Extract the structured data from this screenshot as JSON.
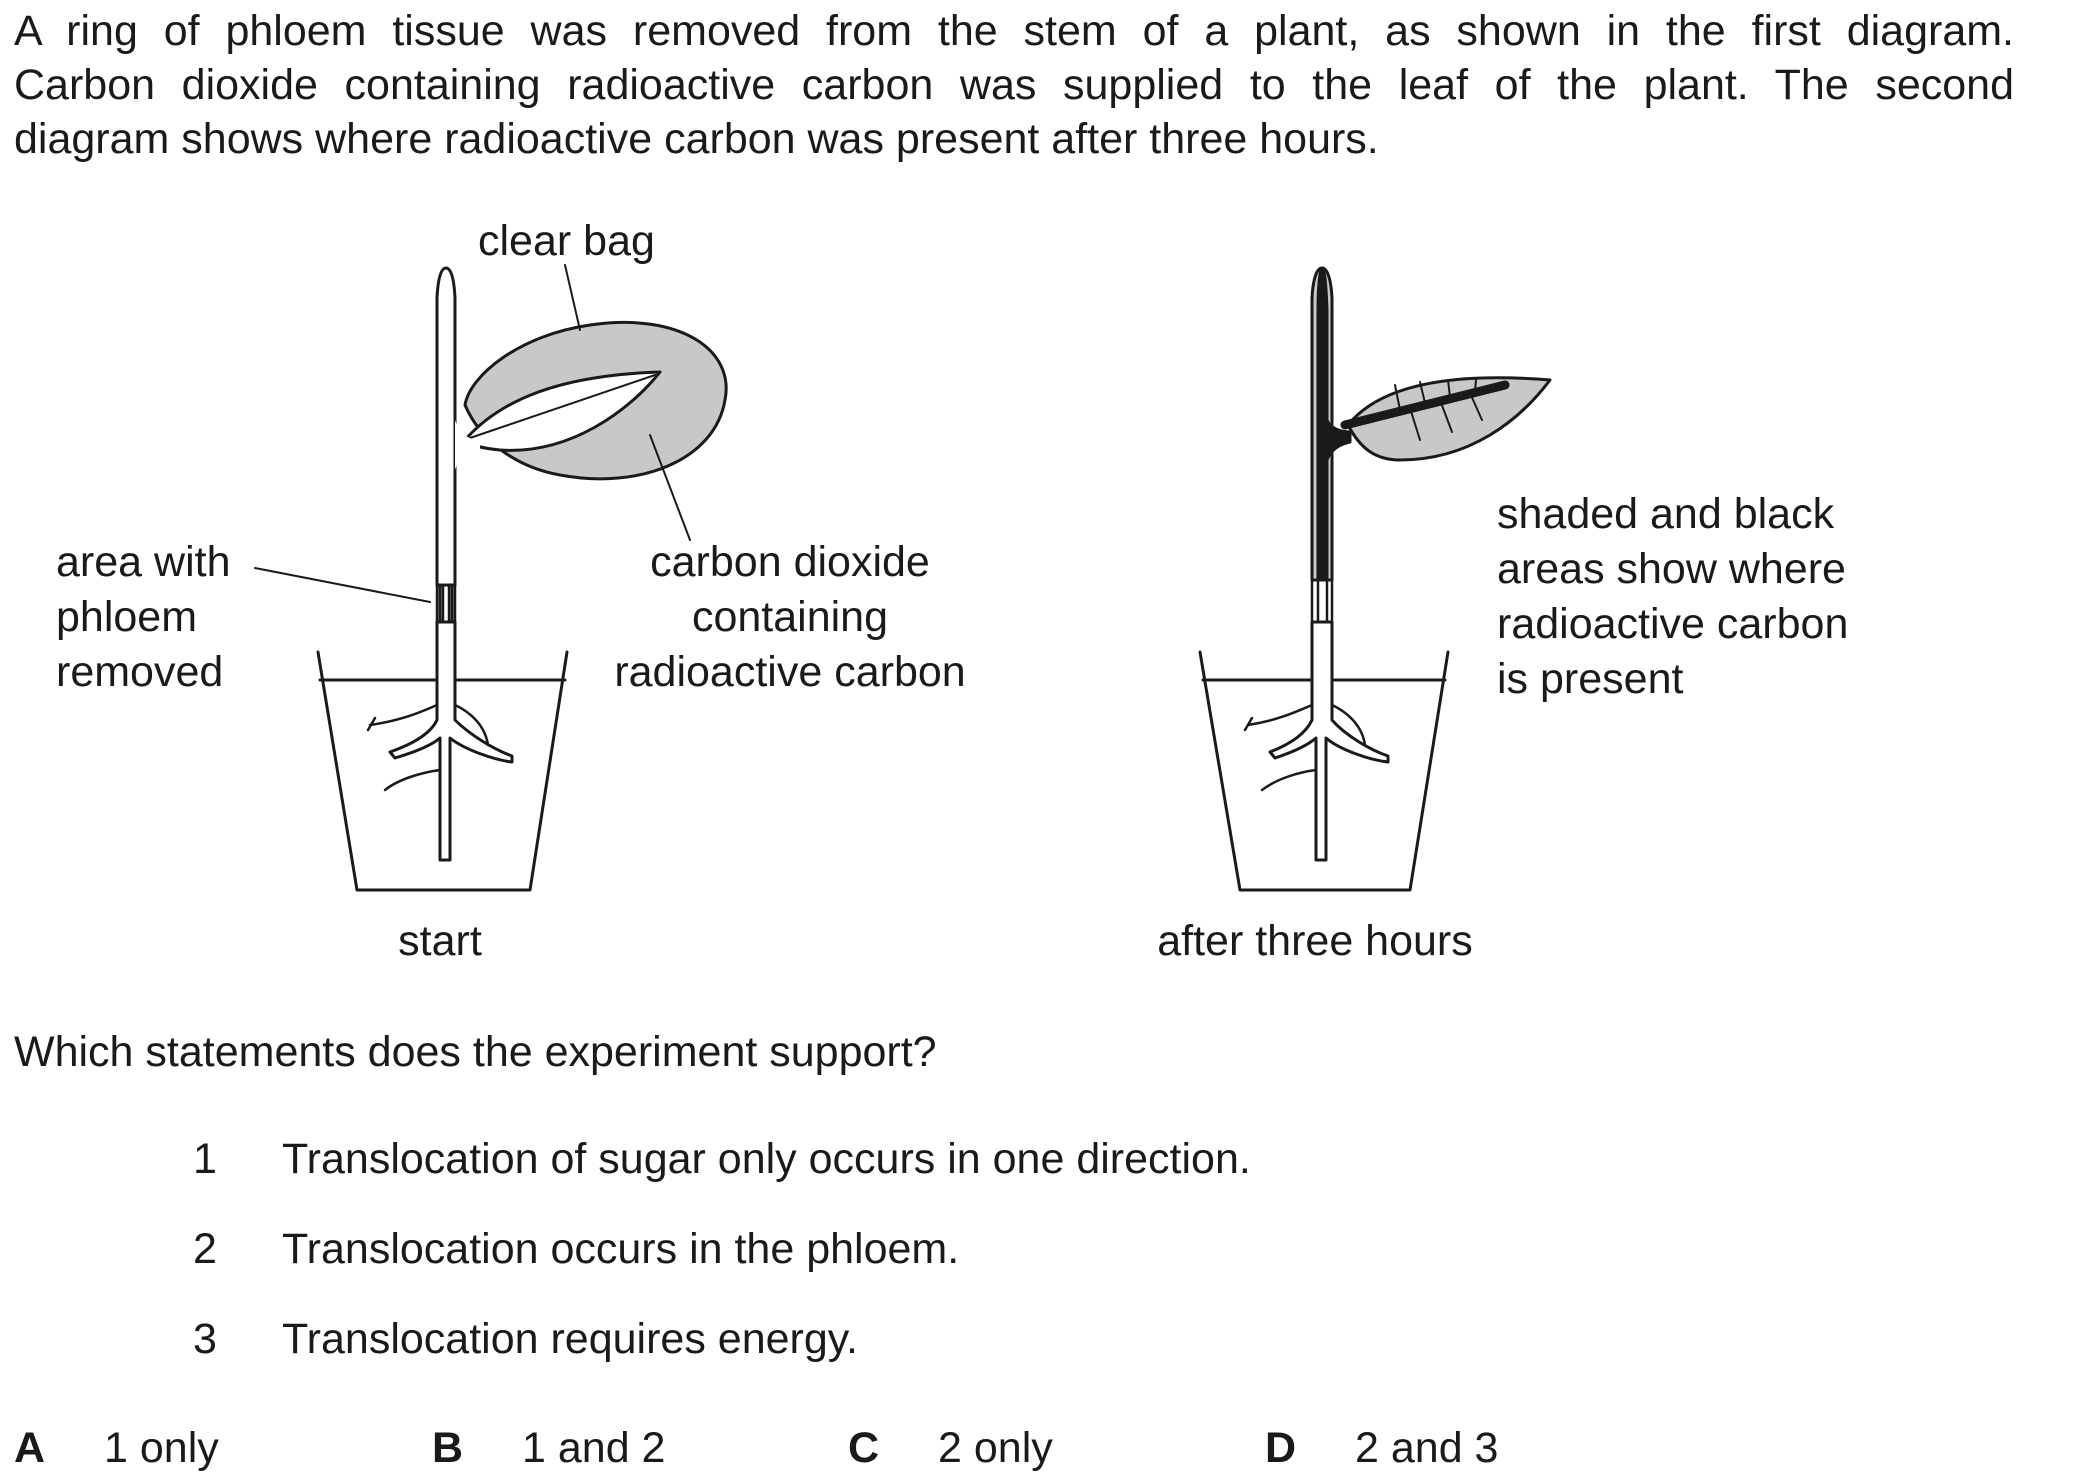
{
  "intro": {
    "line1": "A ring of phloem tissue was removed from the stem of a plant, as shown in the first diagram.",
    "line2": "Carbon dioxide containing radioactive carbon was supplied to the leaf of the plant. The second",
    "line3": "diagram shows where radioactive carbon was present after three hours."
  },
  "diagram": {
    "label_clear_bag": "clear bag",
    "label_area_1": "area with",
    "label_area_2": "phloem",
    "label_area_3": "removed",
    "label_co2_1": "carbon dioxide",
    "label_co2_2": "containing",
    "label_co2_3": "radioactive carbon",
    "label_shaded_1": "shaded and black",
    "label_shaded_2": "areas show where",
    "label_shaded_3": "radioactive carbon",
    "label_shaded_4": "is present",
    "caption_start": "start",
    "caption_after": "after three hours",
    "colors": {
      "shading": "#c8c8c8",
      "black": "#1a1a1a"
    }
  },
  "question": "Which statements does the experiment support?",
  "statements": [
    {
      "num": "1",
      "text": "Translocation of sugar only occurs in one direction."
    },
    {
      "num": "2",
      "text": "Translocation occurs in the phloem."
    },
    {
      "num": "3",
      "text": "Translocation requires energy."
    }
  ],
  "options": [
    {
      "letter": "A",
      "text": "1 only"
    },
    {
      "letter": "B",
      "text": "1 and 2"
    },
    {
      "letter": "C",
      "text": "2 only"
    },
    {
      "letter": "D",
      "text": "2 and 3"
    }
  ]
}
